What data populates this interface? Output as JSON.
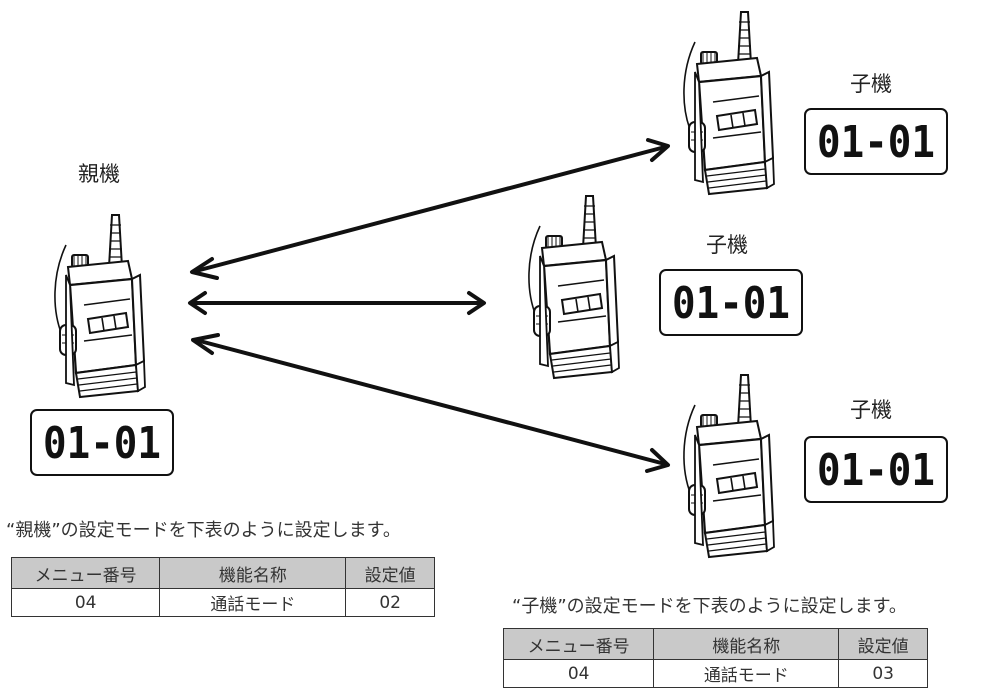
{
  "parent": {
    "title": "親機",
    "display": "01-01"
  },
  "children": [
    {
      "title": "子機",
      "display": "01-01"
    },
    {
      "title": "子機",
      "display": "01-01"
    },
    {
      "title": "子機",
      "display": "01-01"
    }
  ],
  "parent_settings": {
    "caption": "“親機”の設定モードを下表のように設定します。",
    "headers": [
      "メニュー番号",
      "機能名称",
      "設定値"
    ],
    "row": [
      "04",
      "通話モード",
      "02"
    ]
  },
  "child_settings": {
    "caption": "“子機”の設定モードを下表のように設定します。",
    "headers": [
      "メニュー番号",
      "機能名称",
      "設定値"
    ],
    "row": [
      "04",
      "通話モード",
      "03"
    ]
  },
  "icons": {
    "radio": "walkie-talkie-icon",
    "arrow": "double-arrow-icon"
  }
}
